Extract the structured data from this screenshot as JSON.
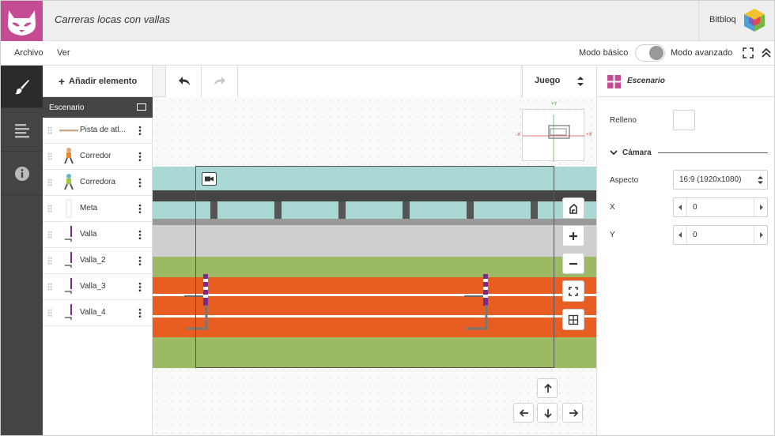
{
  "header": {
    "title": "Carreras locas con vallas",
    "brand": "Bitbloq"
  },
  "menubar": {
    "file": "Archivo",
    "view": "Ver",
    "mode_basic": "Modo básico",
    "mode_advanced": "Modo avanzado"
  },
  "sidebar": {
    "tabs": [
      "brush-icon",
      "list-icon",
      "info-icon"
    ]
  },
  "panel": {
    "add_label": "Añadir elemento",
    "scene_label": "Escenario",
    "items": [
      {
        "label": "Pista de atl..."
      },
      {
        "label": "Corredor"
      },
      {
        "label": "Corredora"
      },
      {
        "label": "Meta"
      },
      {
        "label": "Valla"
      },
      {
        "label": "Valla_2"
      },
      {
        "label": "Valla_3"
      },
      {
        "label": "Valla_4"
      }
    ]
  },
  "toolbar": {
    "mode_select": "Juego"
  },
  "minimap": {
    "y_pos": "+Y",
    "x_neg": "-X",
    "x_pos": "+X"
  },
  "properties": {
    "title": "Escenario",
    "fill_label": "Relleno",
    "camera_section": "Cámara",
    "aspect_label": "Aspecto",
    "aspect_value": "16:9 (1920x1080)",
    "x_label": "X",
    "x_value": "0",
    "y_label": "Y",
    "y_value": "0"
  },
  "colors": {
    "accent": "#c54c93",
    "track_orange": "#e85d22",
    "grass": "#9cba64",
    "water": "#a9d8d5",
    "dark_bar": "#444444"
  }
}
